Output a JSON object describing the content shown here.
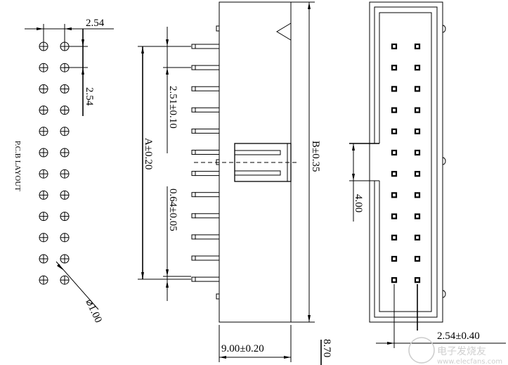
{
  "pcb_layout": {
    "label": "P.C.B LAYOUT",
    "pitch_horizontal": "2.54",
    "pitch_vertical": "2.54",
    "hole_diameter": "⌀1.00",
    "rows": 12,
    "columns": 2
  },
  "side_view": {
    "pin_pitch": "2.51±0.10",
    "pin_span": "A±0.20",
    "pin_width": "0.64±0.05",
    "body_length": "B±0.35",
    "body_height": "9.00±0.20",
    "pin_length": "8.70",
    "pin_count": 12
  },
  "top_view": {
    "key_width": "4.00",
    "pin_pitch": "2.54±0.40",
    "rows": 12
  },
  "watermark": {
    "title": "电子发烧友",
    "url": "www.elecfans.com"
  }
}
